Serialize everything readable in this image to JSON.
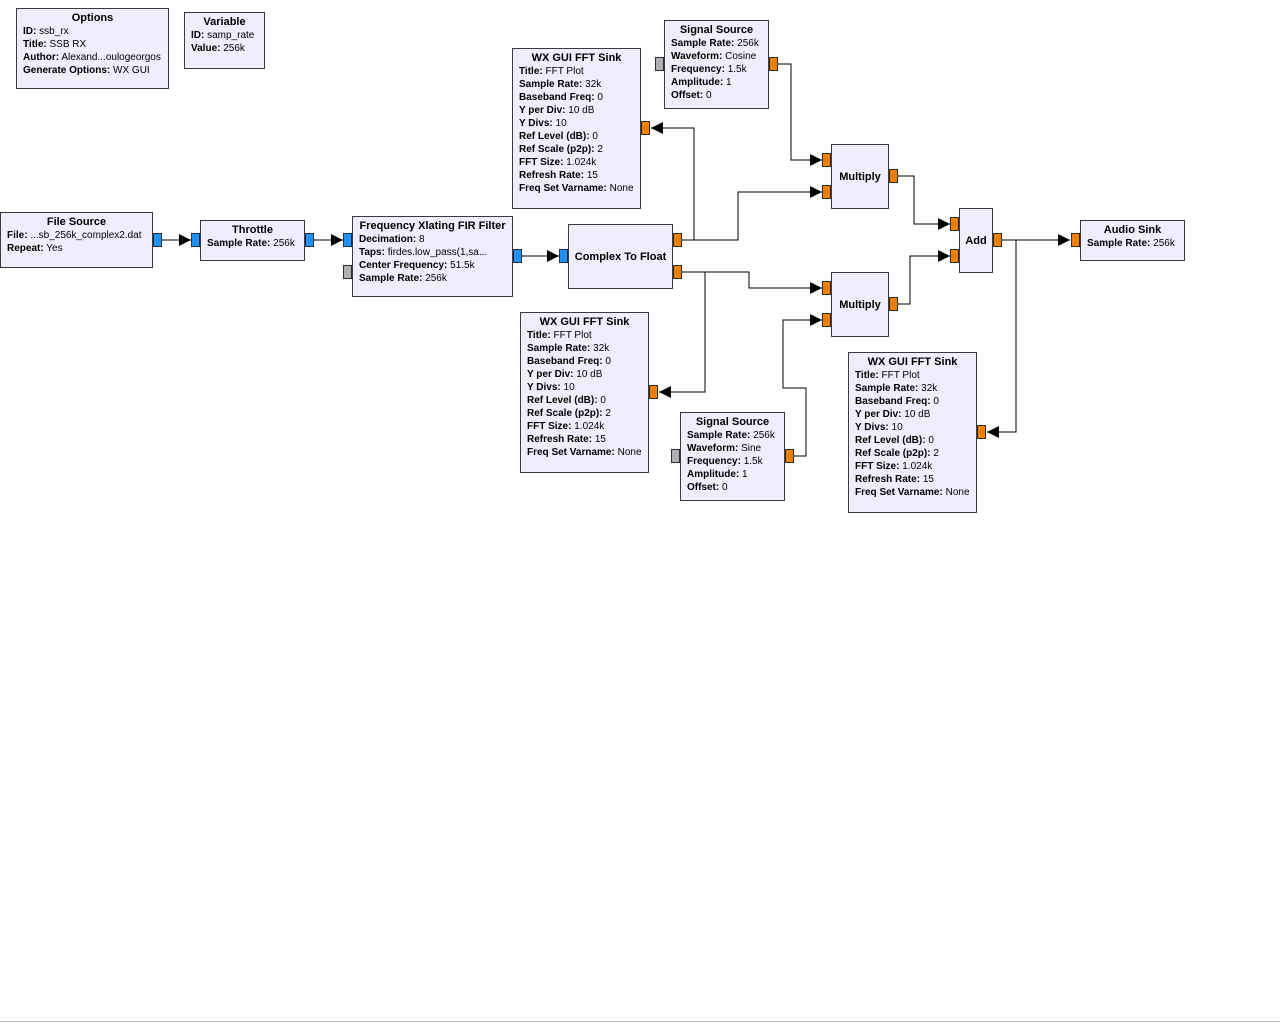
{
  "blocks": {
    "options": {
      "title": "Options",
      "params": [
        {
          "k": "ID:",
          "v": "ssb_rx"
        },
        {
          "k": "Title:",
          "v": "SSB RX"
        },
        {
          "k": "Author:",
          "v": "Alexand...oulogeorgos"
        },
        {
          "k": "Generate Options:",
          "v": "WX GUI"
        }
      ]
    },
    "variable": {
      "title": "Variable",
      "params": [
        {
          "k": "ID:",
          "v": "samp_rate"
        },
        {
          "k": "Value:",
          "v": "256k"
        }
      ]
    },
    "file_source": {
      "title": "File Source",
      "params": [
        {
          "k": "File:",
          "v": "...sb_256k_complex2.dat"
        },
        {
          "k": "Repeat:",
          "v": "Yes"
        }
      ]
    },
    "throttle": {
      "title": "Throttle",
      "params": [
        {
          "k": "Sample Rate:",
          "v": "256k"
        }
      ]
    },
    "freq_xlating": {
      "title": "Frequency Xlating FIR Filter",
      "params": [
        {
          "k": "Decimation:",
          "v": "8"
        },
        {
          "k": "Taps:",
          "v": "firdes.low_pass(1,sa..."
        },
        {
          "k": "Center Frequency:",
          "v": "51.5k"
        },
        {
          "k": "Sample Rate:",
          "v": "256k"
        }
      ]
    },
    "complex_to_float": {
      "title": "Complex To Float"
    },
    "fft_sink_top": {
      "title": "WX GUI FFT Sink",
      "params": [
        {
          "k": "Title:",
          "v": "FFT Plot"
        },
        {
          "k": "Sample Rate:",
          "v": "32k"
        },
        {
          "k": "Baseband Freq:",
          "v": "0"
        },
        {
          "k": "Y per Div:",
          "v": "10 dB"
        },
        {
          "k": "Y Divs:",
          "v": "10"
        },
        {
          "k": "Ref Level (dB):",
          "v": "0"
        },
        {
          "k": "Ref Scale (p2p):",
          "v": "2"
        },
        {
          "k": "FFT Size:",
          "v": "1.024k"
        },
        {
          "k": "Refresh Rate:",
          "v": "15"
        },
        {
          "k": "Freq Set Varname:",
          "v": "None"
        }
      ]
    },
    "fft_sink_mid": {
      "title": "WX GUI FFT Sink",
      "params": [
        {
          "k": "Title:",
          "v": "FFT Plot"
        },
        {
          "k": "Sample Rate:",
          "v": "32k"
        },
        {
          "k": "Baseband Freq:",
          "v": "0"
        },
        {
          "k": "Y per Div:",
          "v": "10 dB"
        },
        {
          "k": "Y Divs:",
          "v": "10"
        },
        {
          "k": "Ref Level (dB):",
          "v": "0"
        },
        {
          "k": "Ref Scale (p2p):",
          "v": "2"
        },
        {
          "k": "FFT Size:",
          "v": "1.024k"
        },
        {
          "k": "Refresh Rate:",
          "v": "15"
        },
        {
          "k": "Freq Set Varname:",
          "v": "None"
        }
      ]
    },
    "fft_sink_right": {
      "title": "WX GUI FFT Sink",
      "params": [
        {
          "k": "Title:",
          "v": "FFT Plot"
        },
        {
          "k": "Sample Rate:",
          "v": "32k"
        },
        {
          "k": "Baseband Freq:",
          "v": "0"
        },
        {
          "k": "Y per Div:",
          "v": "10 dB"
        },
        {
          "k": "Y Divs:",
          "v": "10"
        },
        {
          "k": "Ref Level (dB):",
          "v": "0"
        },
        {
          "k": "Ref Scale (p2p):",
          "v": "2"
        },
        {
          "k": "FFT Size:",
          "v": "1.024k"
        },
        {
          "k": "Refresh Rate:",
          "v": "15"
        },
        {
          "k": "Freq Set Varname:",
          "v": "None"
        }
      ]
    },
    "signal_source_cos": {
      "title": "Signal Source",
      "params": [
        {
          "k": "Sample Rate:",
          "v": "256k"
        },
        {
          "k": "Waveform:",
          "v": "Cosine"
        },
        {
          "k": "Frequency:",
          "v": "1.5k"
        },
        {
          "k": "Amplitude:",
          "v": "1"
        },
        {
          "k": "Offset:",
          "v": "0"
        }
      ]
    },
    "signal_source_sin": {
      "title": "Signal Source",
      "params": [
        {
          "k": "Sample Rate:",
          "v": "256k"
        },
        {
          "k": "Waveform:",
          "v": "Sine"
        },
        {
          "k": "Frequency:",
          "v": "1.5k"
        },
        {
          "k": "Amplitude:",
          "v": "1"
        },
        {
          "k": "Offset:",
          "v": "0"
        }
      ]
    },
    "multiply_top": {
      "title": "Multiply"
    },
    "multiply_bottom": {
      "title": "Multiply"
    },
    "add": {
      "title": "Add"
    },
    "audio_sink": {
      "title": "Audio Sink",
      "params": [
        {
          "k": "Sample Rate:",
          "v": "256k"
        }
      ]
    }
  },
  "colors": {
    "block_fill": "#f0eefc",
    "complex_port": "#1e90ff",
    "float_port": "#f08000",
    "msg_port": "#b0b0b0",
    "wire": "#000000"
  }
}
